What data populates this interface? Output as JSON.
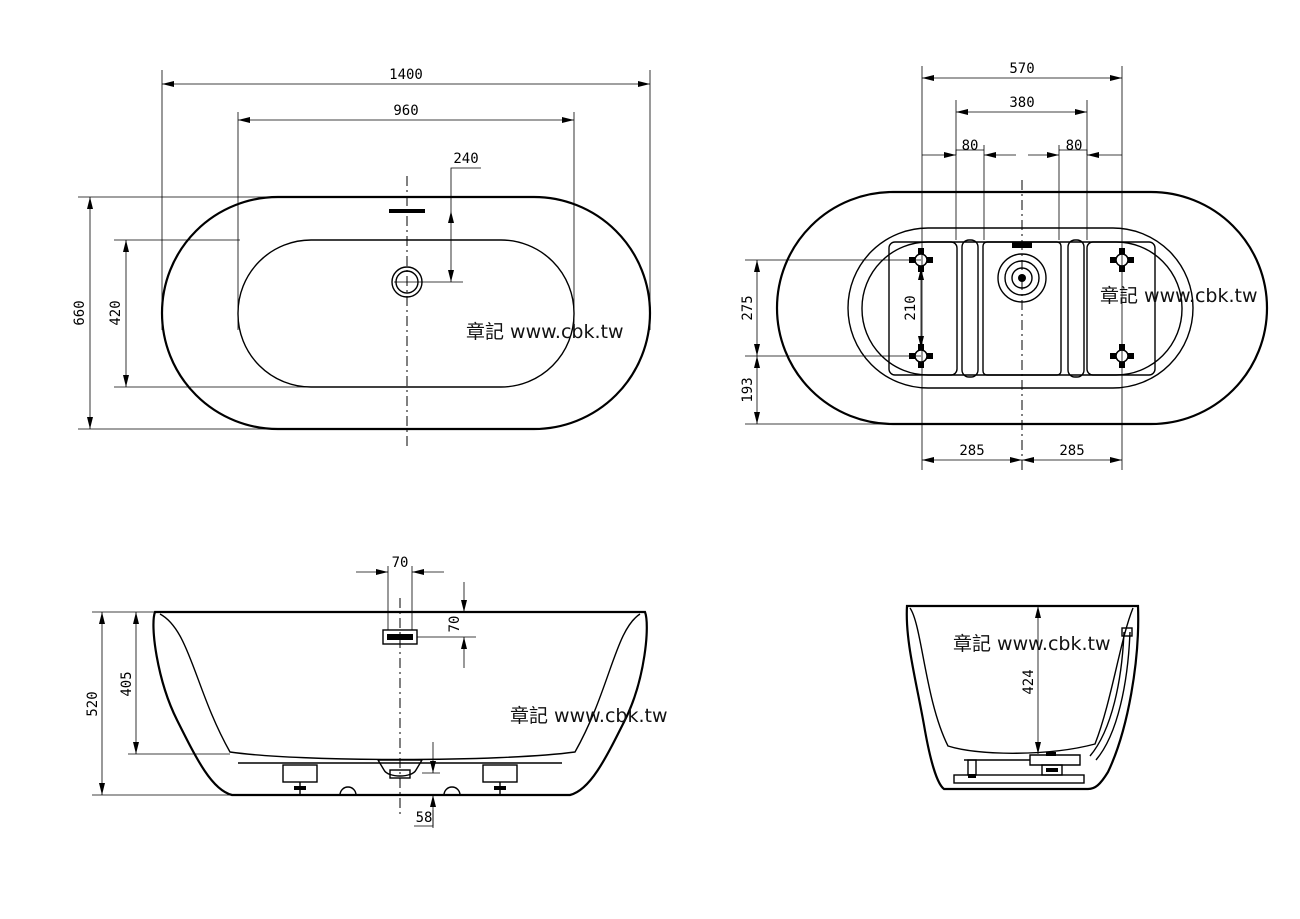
{
  "watermark": "章記 www.cbk.tw",
  "top_view": {
    "overall_length": "1400",
    "inner_length": "960",
    "overflow_offset": "240",
    "overall_width": "660",
    "inner_width": "420"
  },
  "bottom_view": {
    "support_span": "570",
    "inner_span": "380",
    "left_gap": "80",
    "right_gap": "80",
    "left_half": "285",
    "right_half": "285",
    "front_offset": "275",
    "rear_offset": "193",
    "foot_spacing": "210"
  },
  "front_view": {
    "overflow_width": "70",
    "overflow_height": "70",
    "overall_height": "520",
    "inner_depth": "405",
    "drain_height": "58"
  },
  "side_view": {
    "inner_depth": "424"
  }
}
